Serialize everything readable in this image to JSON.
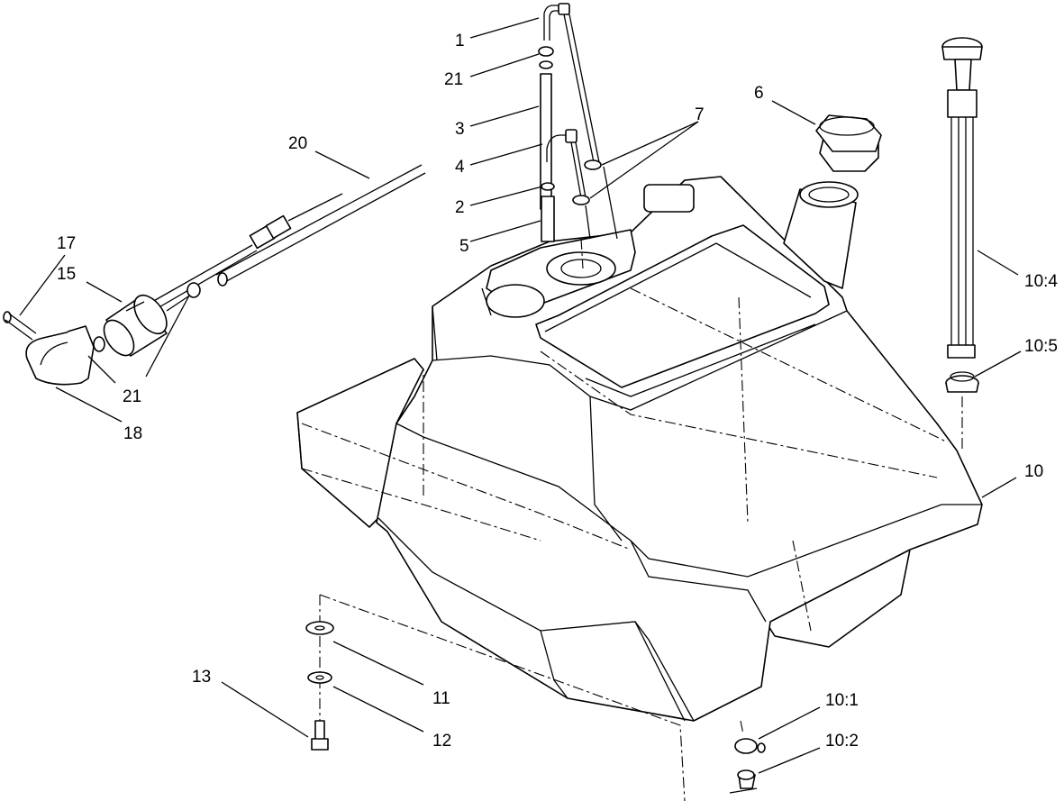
{
  "labels": {
    "l1": "1",
    "l21a": "21",
    "l3": "3",
    "l4": "4",
    "l2": "2",
    "l5": "5",
    "l7": "7",
    "l6": "6",
    "l20": "20",
    "l17": "17",
    "l15": "15",
    "l21b": "21",
    "l18": "18",
    "l10_4": "10:4",
    "l10_5": "10:5",
    "l10": "10",
    "l13": "13",
    "l11": "11",
    "l12": "12",
    "l10_1": "10:1",
    "l10_2": "10:2"
  }
}
